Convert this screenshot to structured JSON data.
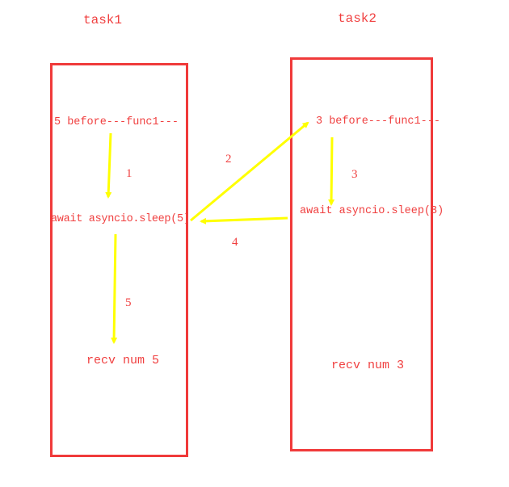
{
  "tasks": [
    {
      "title": "task1",
      "before_line": "5 before---func1---",
      "await_line": "await asyncio.sleep(5)",
      "recv_line": "recv num 5"
    },
    {
      "title": "task2",
      "before_line": "3 before---func1---",
      "await_line": "await asyncio.sleep(3)",
      "recv_line": "recv num 3"
    }
  ],
  "steps": {
    "s1": "1",
    "s2": "2",
    "s3": "3",
    "s4": "4",
    "s5": "5"
  },
  "colors": {
    "box": "#f03a3a",
    "text": "#f04040",
    "arrow": "#ffff00"
  }
}
